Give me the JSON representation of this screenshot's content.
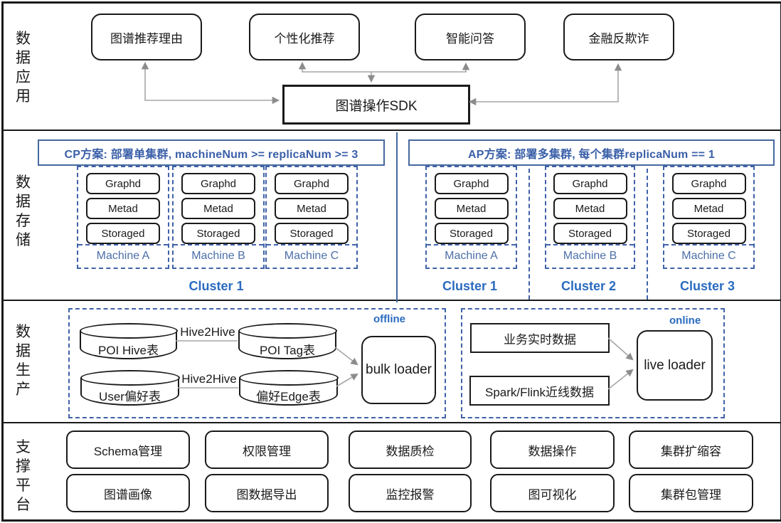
{
  "app_layer": {
    "label": "数据应用",
    "apps": [
      "图谱推荐理由",
      "个性化推荐",
      "智能问答",
      "金融反欺诈"
    ],
    "sdk_label": "图谱操作SDK"
  },
  "storage_layer": {
    "label": "数据存储",
    "cp": {
      "header": "CP方案: 部署单集群, machineNum >= replicaNum >= 3",
      "machines": [
        {
          "name": "Machine A",
          "components": [
            "Graphd",
            "Metad",
            "Storaged"
          ]
        },
        {
          "name": "Machine B",
          "components": [
            "Graphd",
            "Metad",
            "Storaged"
          ]
        },
        {
          "name": "Machine C",
          "components": [
            "Graphd",
            "Metad",
            "Storaged"
          ]
        }
      ],
      "cluster_label": "Cluster 1"
    },
    "ap": {
      "header": "AP方案: 部署多集群, 每个集群replicaNum == 1",
      "machines": [
        {
          "name": "Machine A",
          "components": [
            "Graphd",
            "Metad",
            "Storaged"
          ],
          "cluster": "Cluster 1"
        },
        {
          "name": "Machine B",
          "components": [
            "Graphd",
            "Metad",
            "Storaged"
          ],
          "cluster": "Cluster 2"
        },
        {
          "name": "Machine C",
          "components": [
            "Graphd",
            "Metad",
            "Storaged"
          ],
          "cluster": "Cluster 3"
        }
      ]
    }
  },
  "production_layer": {
    "label": "数据生产",
    "offline": {
      "tag": "offline",
      "rows": [
        {
          "source": "POI Hive表",
          "edge": "Hive2Hive",
          "target": "POI Tag表"
        },
        {
          "source": "User偏好表",
          "edge": "Hive2Hive",
          "target": "偏好Edge表"
        }
      ],
      "loader": "bulk loader"
    },
    "online": {
      "tag": "online",
      "sources": [
        "业务实时数据",
        "Spark/Flink近线数据"
      ],
      "loader": "live loader"
    }
  },
  "platform_layer": {
    "label": "支撑平台",
    "row1": [
      "Schema管理",
      "权限管理",
      "数据质检",
      "数据操作",
      "集群扩缩容"
    ],
    "row2": [
      "图谱画像",
      "图数据导出",
      "监控报警",
      "图可视化",
      "集群包管理"
    ]
  },
  "colors": {
    "blue_header_text": "#3a5fa8",
    "blue_cluster_text": "#2a6bbf",
    "blue_machine_text": "#4c6fa8",
    "blue_dashed_border": "#3f62a8",
    "blue_solid_border": "#46689f",
    "arrow_gray": "#8c8c8c",
    "box_border_black": "#1a1a1a"
  }
}
